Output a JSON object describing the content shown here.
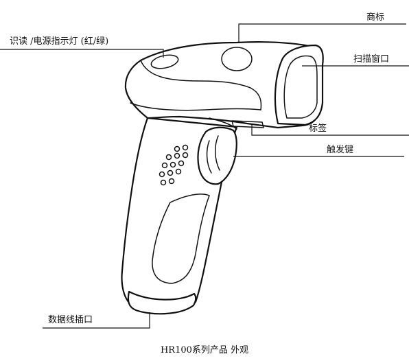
{
  "diagram": {
    "caption": "HR100系列产品 外观",
    "labels": {
      "logo": "商标",
      "indicator": "识读 /电源指示灯 (红/绿)",
      "scan_window": "扫描窗口",
      "tag": "标签",
      "trigger": "触发键",
      "port": "数据线插口"
    }
  }
}
